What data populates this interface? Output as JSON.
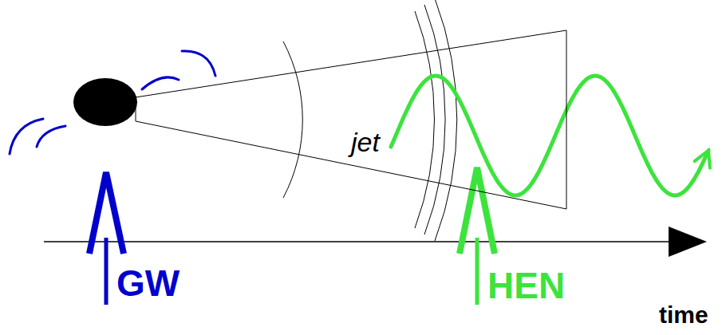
{
  "diagram": {
    "nodes": [
      {
        "text": [
          "jet"
        ]
      }
    ],
    "labels": [
      "GW",
      "HEN",
      "time"
    ]
  }
}
